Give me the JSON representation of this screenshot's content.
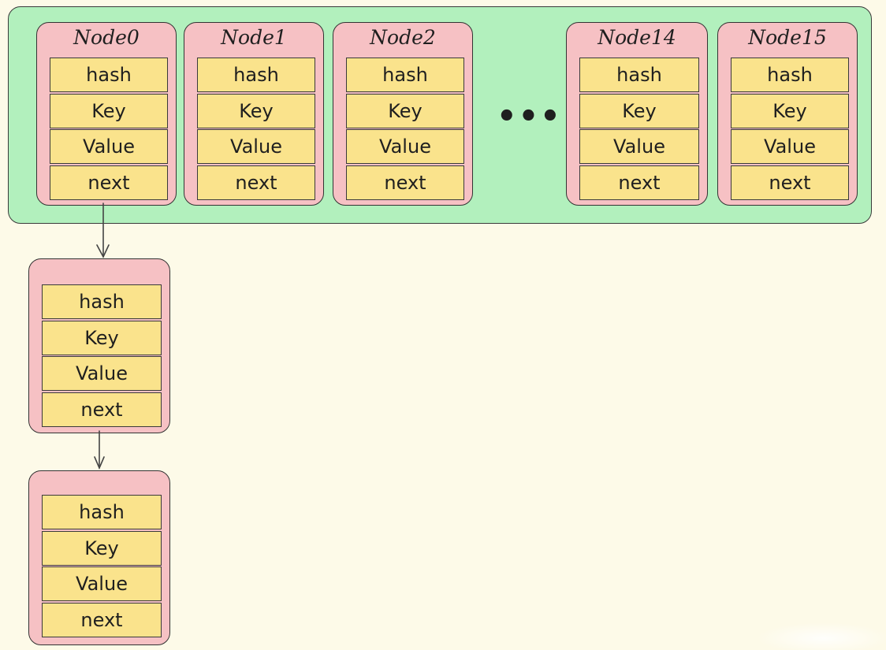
{
  "diagram": {
    "ellipsis": "•••",
    "field_labels": {
      "hash": "hash",
      "key": "Key",
      "value": "Value",
      "next": "next"
    },
    "bucket_nodes": [
      {
        "title": "Node0"
      },
      {
        "title": "Node1"
      },
      {
        "title": "Node2"
      },
      {
        "title": "Node14"
      },
      {
        "title": "Node15"
      }
    ],
    "chained_nodes": [
      {
        "title": ""
      },
      {
        "title": ""
      }
    ],
    "colors": {
      "background": "#fdfae8",
      "table_fill": "#b2f0bd",
      "node_fill": "#f6c1c4",
      "field_fill": "#fae38c",
      "stroke": "#333333"
    }
  }
}
